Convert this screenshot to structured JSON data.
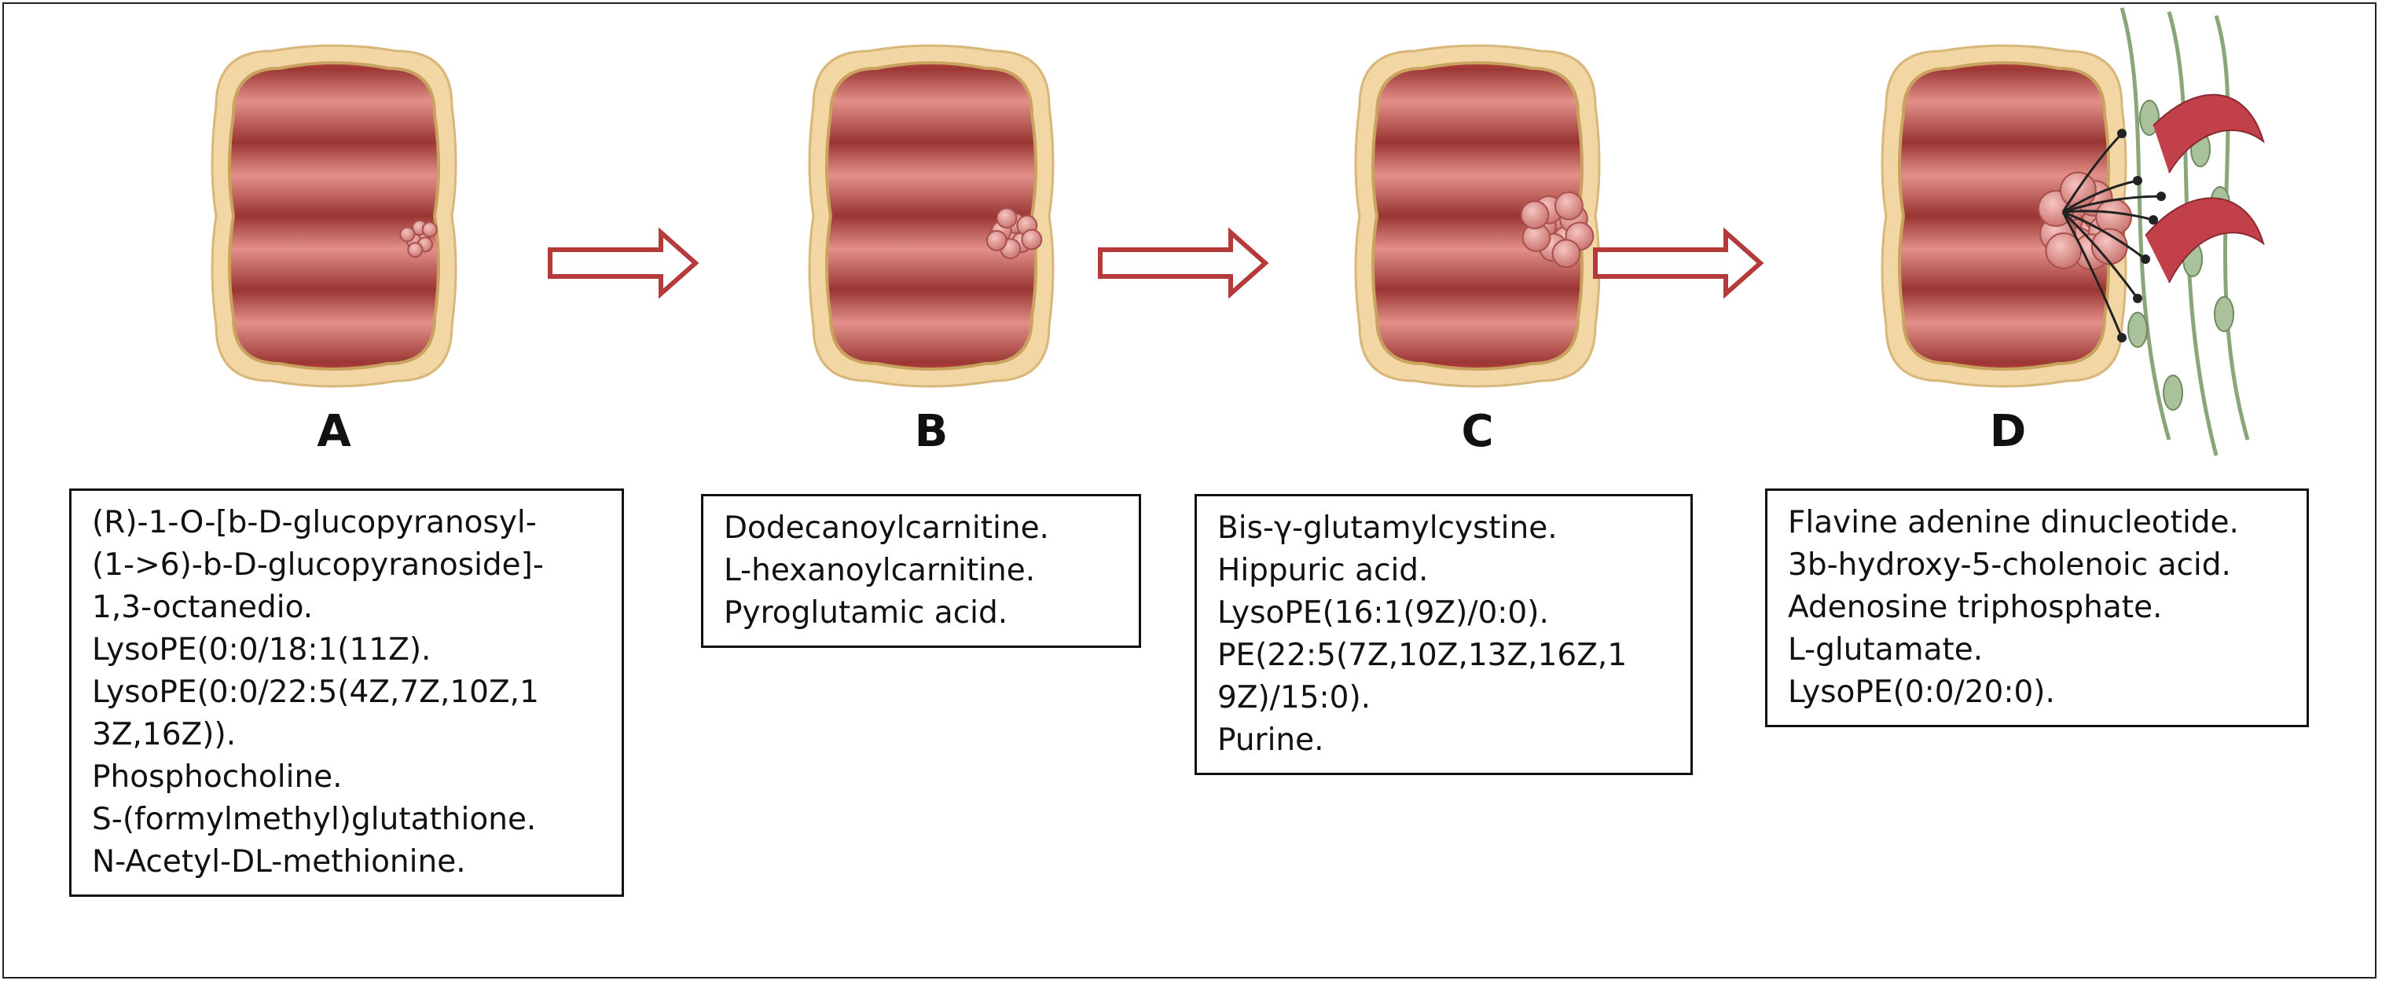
{
  "colors": {
    "colon_outer": "#f2d6a4",
    "colon_inner_stroke": "#c8a25e",
    "colon_red": "#a63a38",
    "colon_light": "#e08a84",
    "tumor": "#e0908e",
    "arrow": "#b53a3a",
    "nerve_green": "#8aa57a",
    "vessel_red": "#c2404a"
  },
  "stages": [
    {
      "label": "A",
      "tumor_size": 0.2,
      "compounds": [
        "(R)-1-O-[b-D-glucopyranosyl-",
        "(1->6)-b-D-glucopyranoside]-",
        "1,3-octanedio.",
        "LysoPE(0:0/18:1(11Z).",
        "LysoPE(0:0/22:5(4Z,7Z,10Z,1",
        "3Z,16Z)).",
        "Phosphocholine.",
        "S-(formylmethyl)glutathione.",
        "N-Acetyl-DL-methionine."
      ]
    },
    {
      "label": "B",
      "tumor_size": 0.4,
      "compounds": [
        "Dodecanoylcarnitine.",
        "L-hexanoylcarnitine.",
        "Pyroglutamic acid."
      ]
    },
    {
      "label": "C",
      "tumor_size": 0.7,
      "compounds": [
        "Bis-γ-glutamylcystine.",
        "Hippuric acid.",
        "LysoPE(16:1(9Z)/0:0).",
        "PE(22:5(7Z,10Z,13Z,16Z,1",
        "9Z)/15:0).",
        "Purine."
      ]
    },
    {
      "label": "D",
      "tumor_size": 1.0,
      "compounds": [
        "Flavine adenine dinucleotide.",
        "3b-hydroxy-5-cholenoic acid.",
        "Adenosine triphosphate.",
        "L-glutamate.",
        "LysoPE(0:0/20:0)."
      ]
    }
  ],
  "icons": {
    "arrow": "hollow-right-arrow-icon",
    "colon": "colon-segment-icon",
    "tumor": "tumor-mass-icon",
    "vessels": "blood-vessel-nerve-icon"
  }
}
